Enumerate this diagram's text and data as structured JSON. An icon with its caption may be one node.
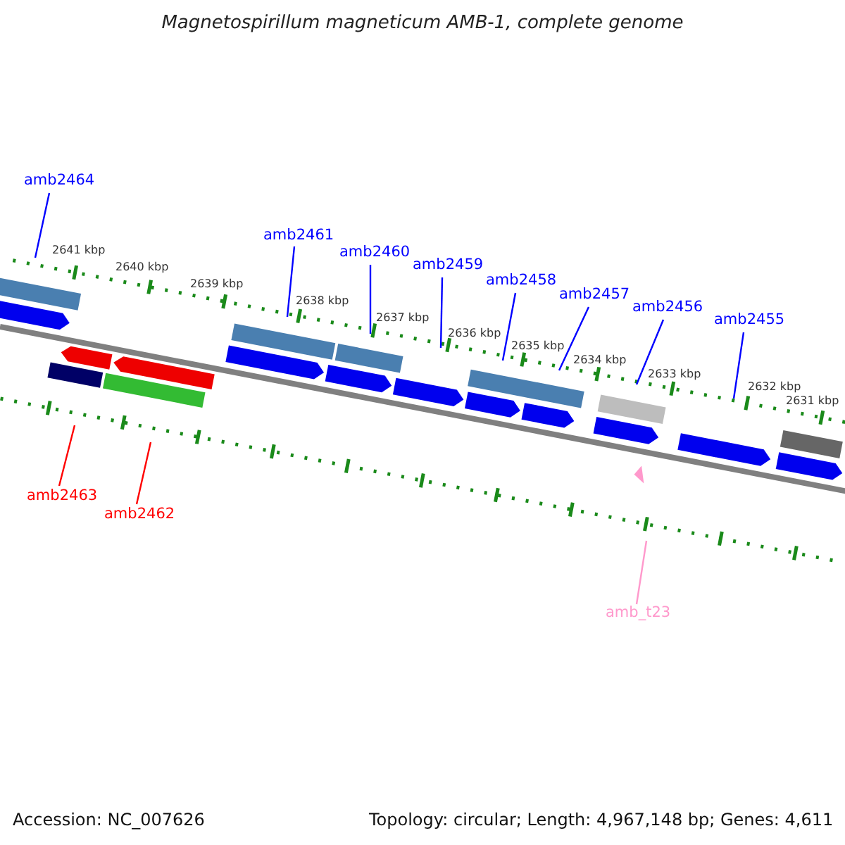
{
  "diagram": {
    "title": "Magnetospirillum magneticum AMB-1, complete genome",
    "nodes": [
      {
        "text": [
          "amb2464"
        ]
      },
      {
        "text": [
          "amb2461"
        ]
      },
      {
        "text": [
          "amb2460"
        ]
      },
      {
        "text": [
          "amb2459"
        ]
      },
      {
        "text": [
          "amb2458"
        ]
      },
      {
        "text": [
          "amb2457"
        ]
      },
      {
        "text": [
          "amb2456"
        ]
      },
      {
        "text": [
          "amb2455"
        ]
      },
      {
        "text": [
          "amb2463"
        ]
      },
      {
        "text": [
          "amb2462"
        ]
      },
      {
        "text": [
          "amb_t23"
        ]
      }
    ],
    "edges": [
      {
        "from": 0,
        "to": null,
        "arrow": "none"
      },
      {
        "from": 1,
        "to": null,
        "arrow": "none"
      },
      {
        "from": 2,
        "to": null,
        "arrow": "none"
      },
      {
        "from": 3,
        "to": null,
        "arrow": "none"
      },
      {
        "from": 4,
        "to": null,
        "arrow": "none"
      },
      {
        "from": 5,
        "to": null,
        "arrow": "none"
      },
      {
        "from": 6,
        "to": null,
        "arrow": "none"
      },
      {
        "from": 7,
        "to": null,
        "arrow": "none"
      },
      {
        "from": 8,
        "to": null,
        "arrow": "none",
        "color": "#ff0000"
      },
      {
        "from": 9,
        "to": null,
        "arrow": "none",
        "color": "#ff0000"
      },
      {
        "from": 10,
        "to": null,
        "arrow": "none",
        "color": "#ff99cc"
      }
    ],
    "labels": [
      "2641 kbp",
      "2640 kbp",
      "2639 kbp",
      "2638 kbp",
      "2637 kbp",
      "2636 kbp",
      "2635 kbp",
      "2634 kbp",
      "2633 kbp",
      "2632 kbp",
      "2631 kbp",
      "Accession: NC_007626",
      "Topology: circular; Length: 4,967,148 bp; Genes: 4,611"
    ]
  }
}
